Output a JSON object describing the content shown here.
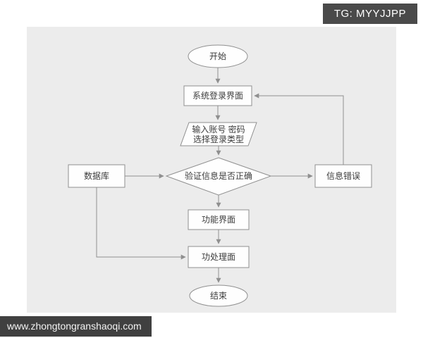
{
  "badges": {
    "tg_label": "TG: MYYJJPP",
    "website_label": "www.zhongtongranshaoqi.com"
  },
  "flowchart": {
    "nodes": {
      "start": "开始",
      "login": "系统登录界面",
      "input_line1": "输入账号 密码",
      "input_line2": "选择登录类型",
      "verify": "验证信息是否正确",
      "database": "数据库",
      "error": "信息错误",
      "function_screen": "功能界面",
      "process_screen": "功处理面",
      "end": "结束"
    }
  },
  "colors": {
    "diagram_background": "#ececec",
    "node_fill": "#fefefe",
    "node_stroke": "#8f8f8f",
    "connector": "#8f8f8f",
    "text": "#3c3c3c",
    "badge_background": "#4a4a4a",
    "badge_text": "#ffffff"
  }
}
